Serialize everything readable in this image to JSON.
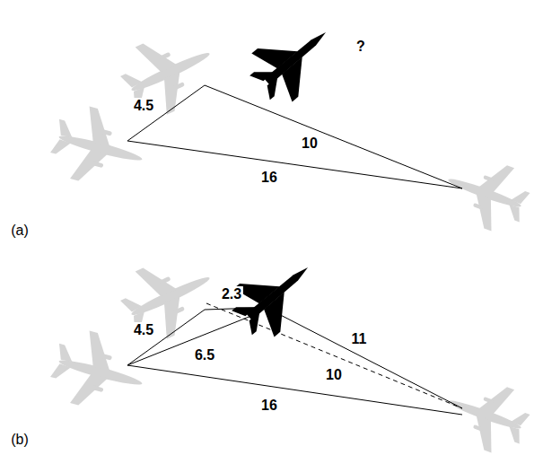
{
  "diagram": {
    "labels": [
      "4.5",
      "?",
      "10",
      "16",
      "(a)",
      "2.3",
      "4.5",
      "6.5",
      "11",
      "10",
      "16",
      "(b)"
    ]
  }
}
